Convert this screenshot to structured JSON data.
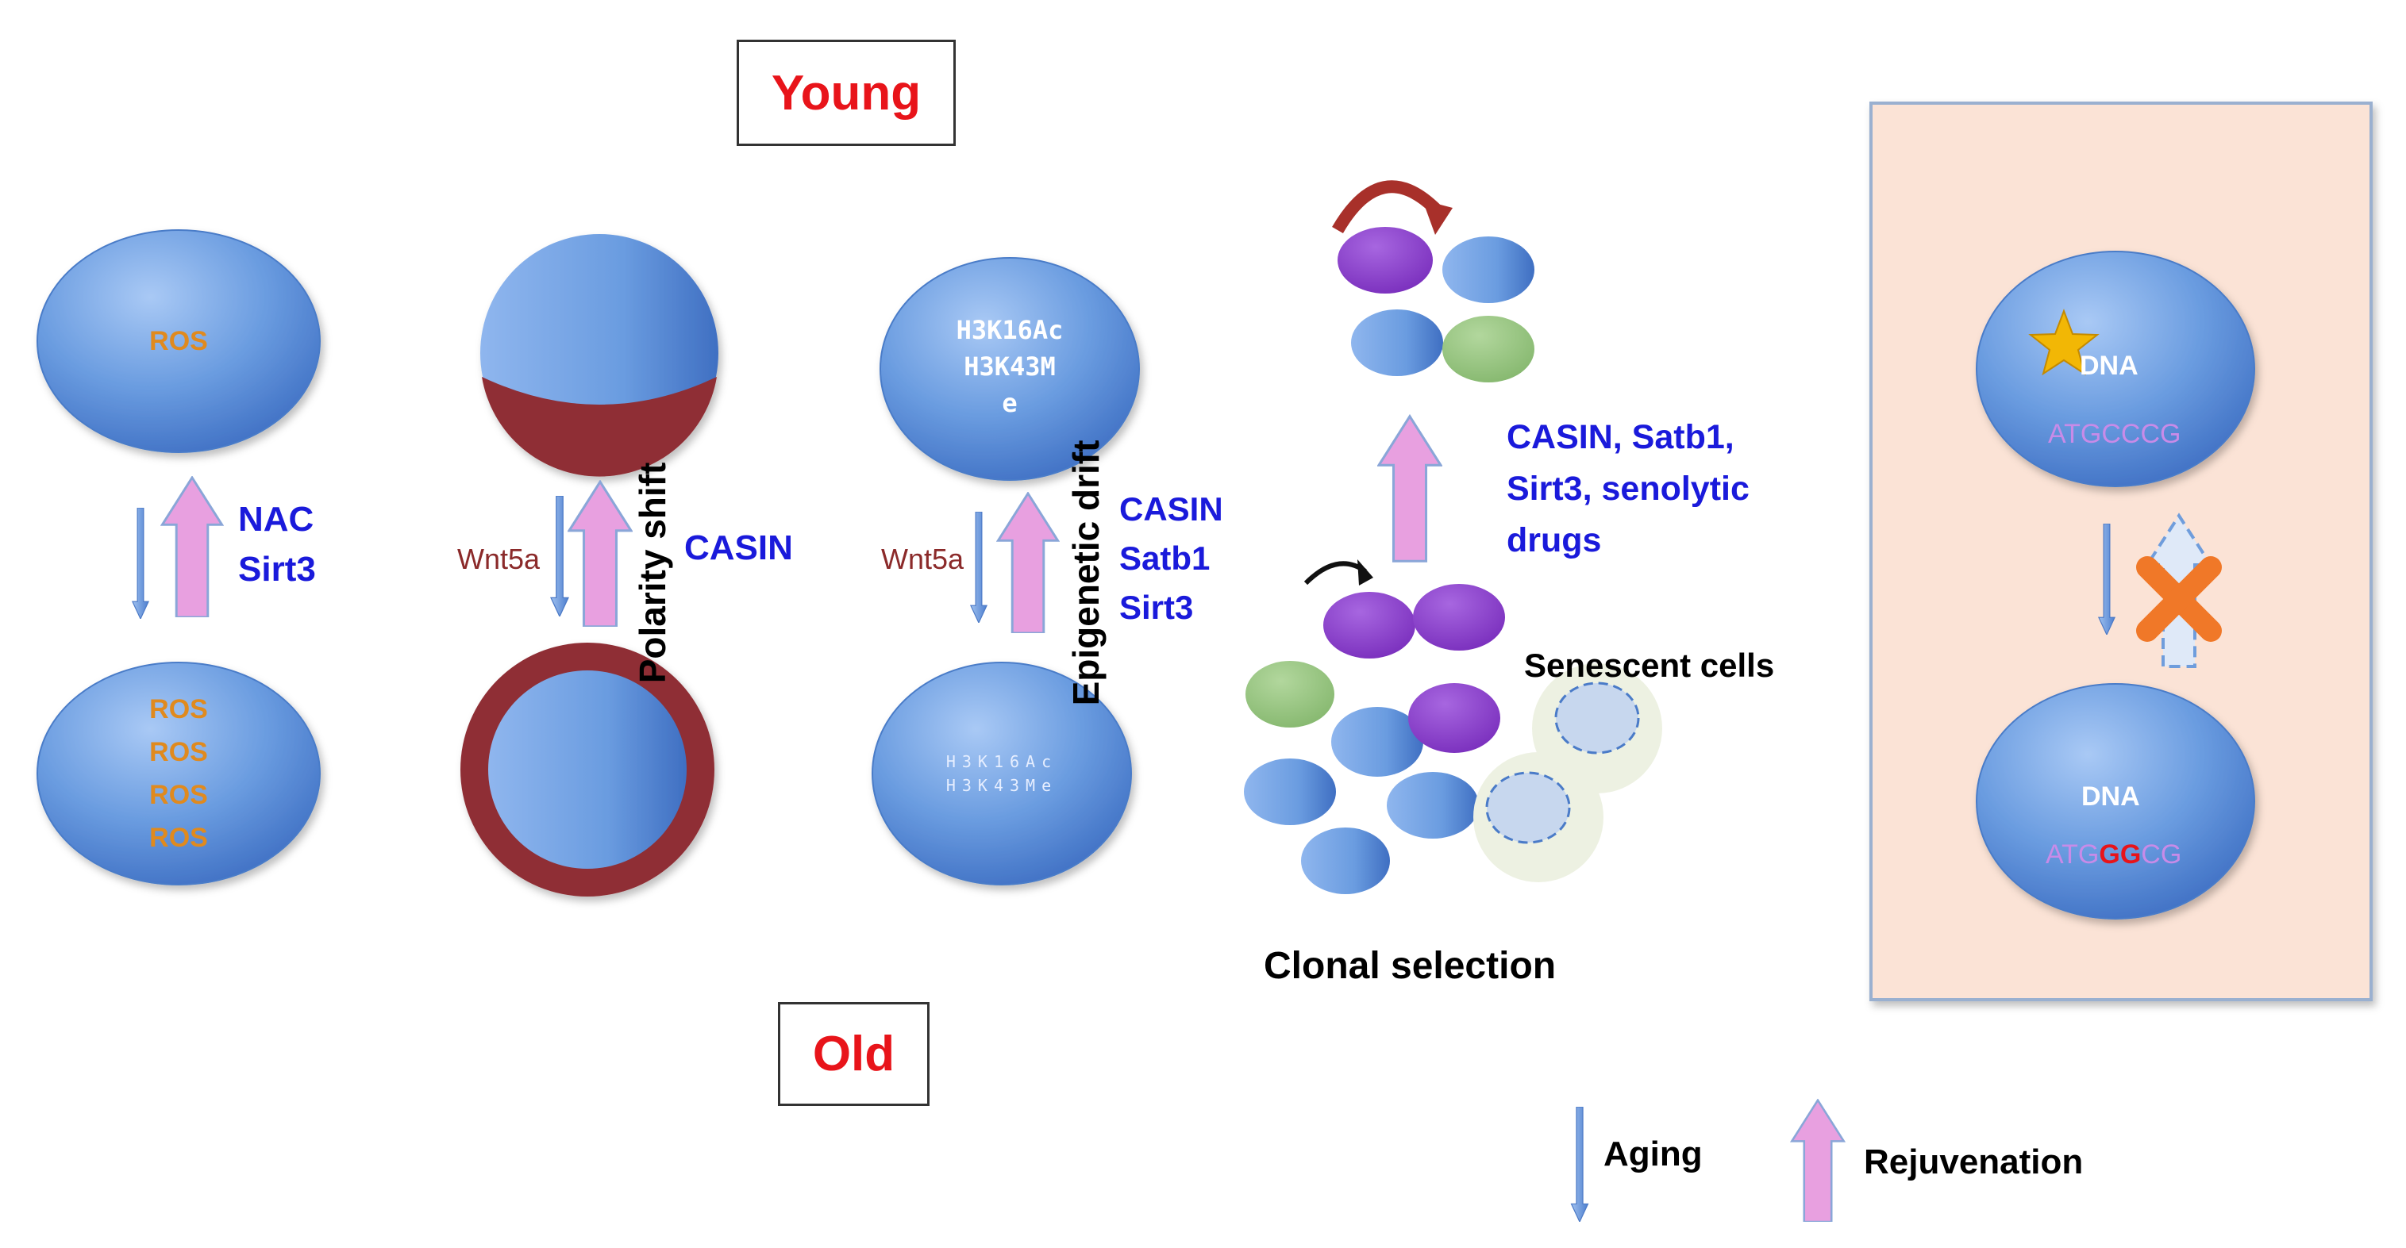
{
  "labels": {
    "young": "Young",
    "old": "Old",
    "ros": "ROS",
    "nac": "NAC",
    "sirt3": "Sirt3",
    "wnt5a": "Wnt5a",
    "casin": "CASIN",
    "polarity_shift": "Polarity shift",
    "epigenetic_drift": "Epigenetic drift",
    "h3k16ac": "H3K16Ac",
    "h3k43me_a": "H3K43M",
    "h3k43me_b": "e",
    "h3k16ac_faded": "H3K16Ac",
    "h3k43me_faded": "H3K43Me",
    "satb1": "Satb1",
    "casin_satb1": "CASIN, Satb1,",
    "sirt3_senolytic": "Sirt3, senolytic",
    "drugs": "drugs",
    "senescent_cells": "Senescent cells",
    "clonal_selection": "Clonal selection",
    "dna": "DNA",
    "seq_young": "ATGCCCG",
    "seq_old_a": "ATG",
    "seq_old_b": "GG",
    "seq_old_c": "CG",
    "legend_aging": "Aging",
    "legend_rejuvenation": "Rejuvenation"
  },
  "colors": {
    "cell_blue": "#5b8fd9",
    "cell_purple": "#8a3fc9",
    "cell_green": "#8fc07a",
    "polarity_red": "#8f2f35",
    "arrow_pink": "#e8a0e0",
    "arrow_blue": "#6f9ddc",
    "panel_bg": "#fbe3d6",
    "mutation_red": "#e8141a",
    "seq_pink": "#c88be8",
    "text_blue": "#1a1adb"
  }
}
